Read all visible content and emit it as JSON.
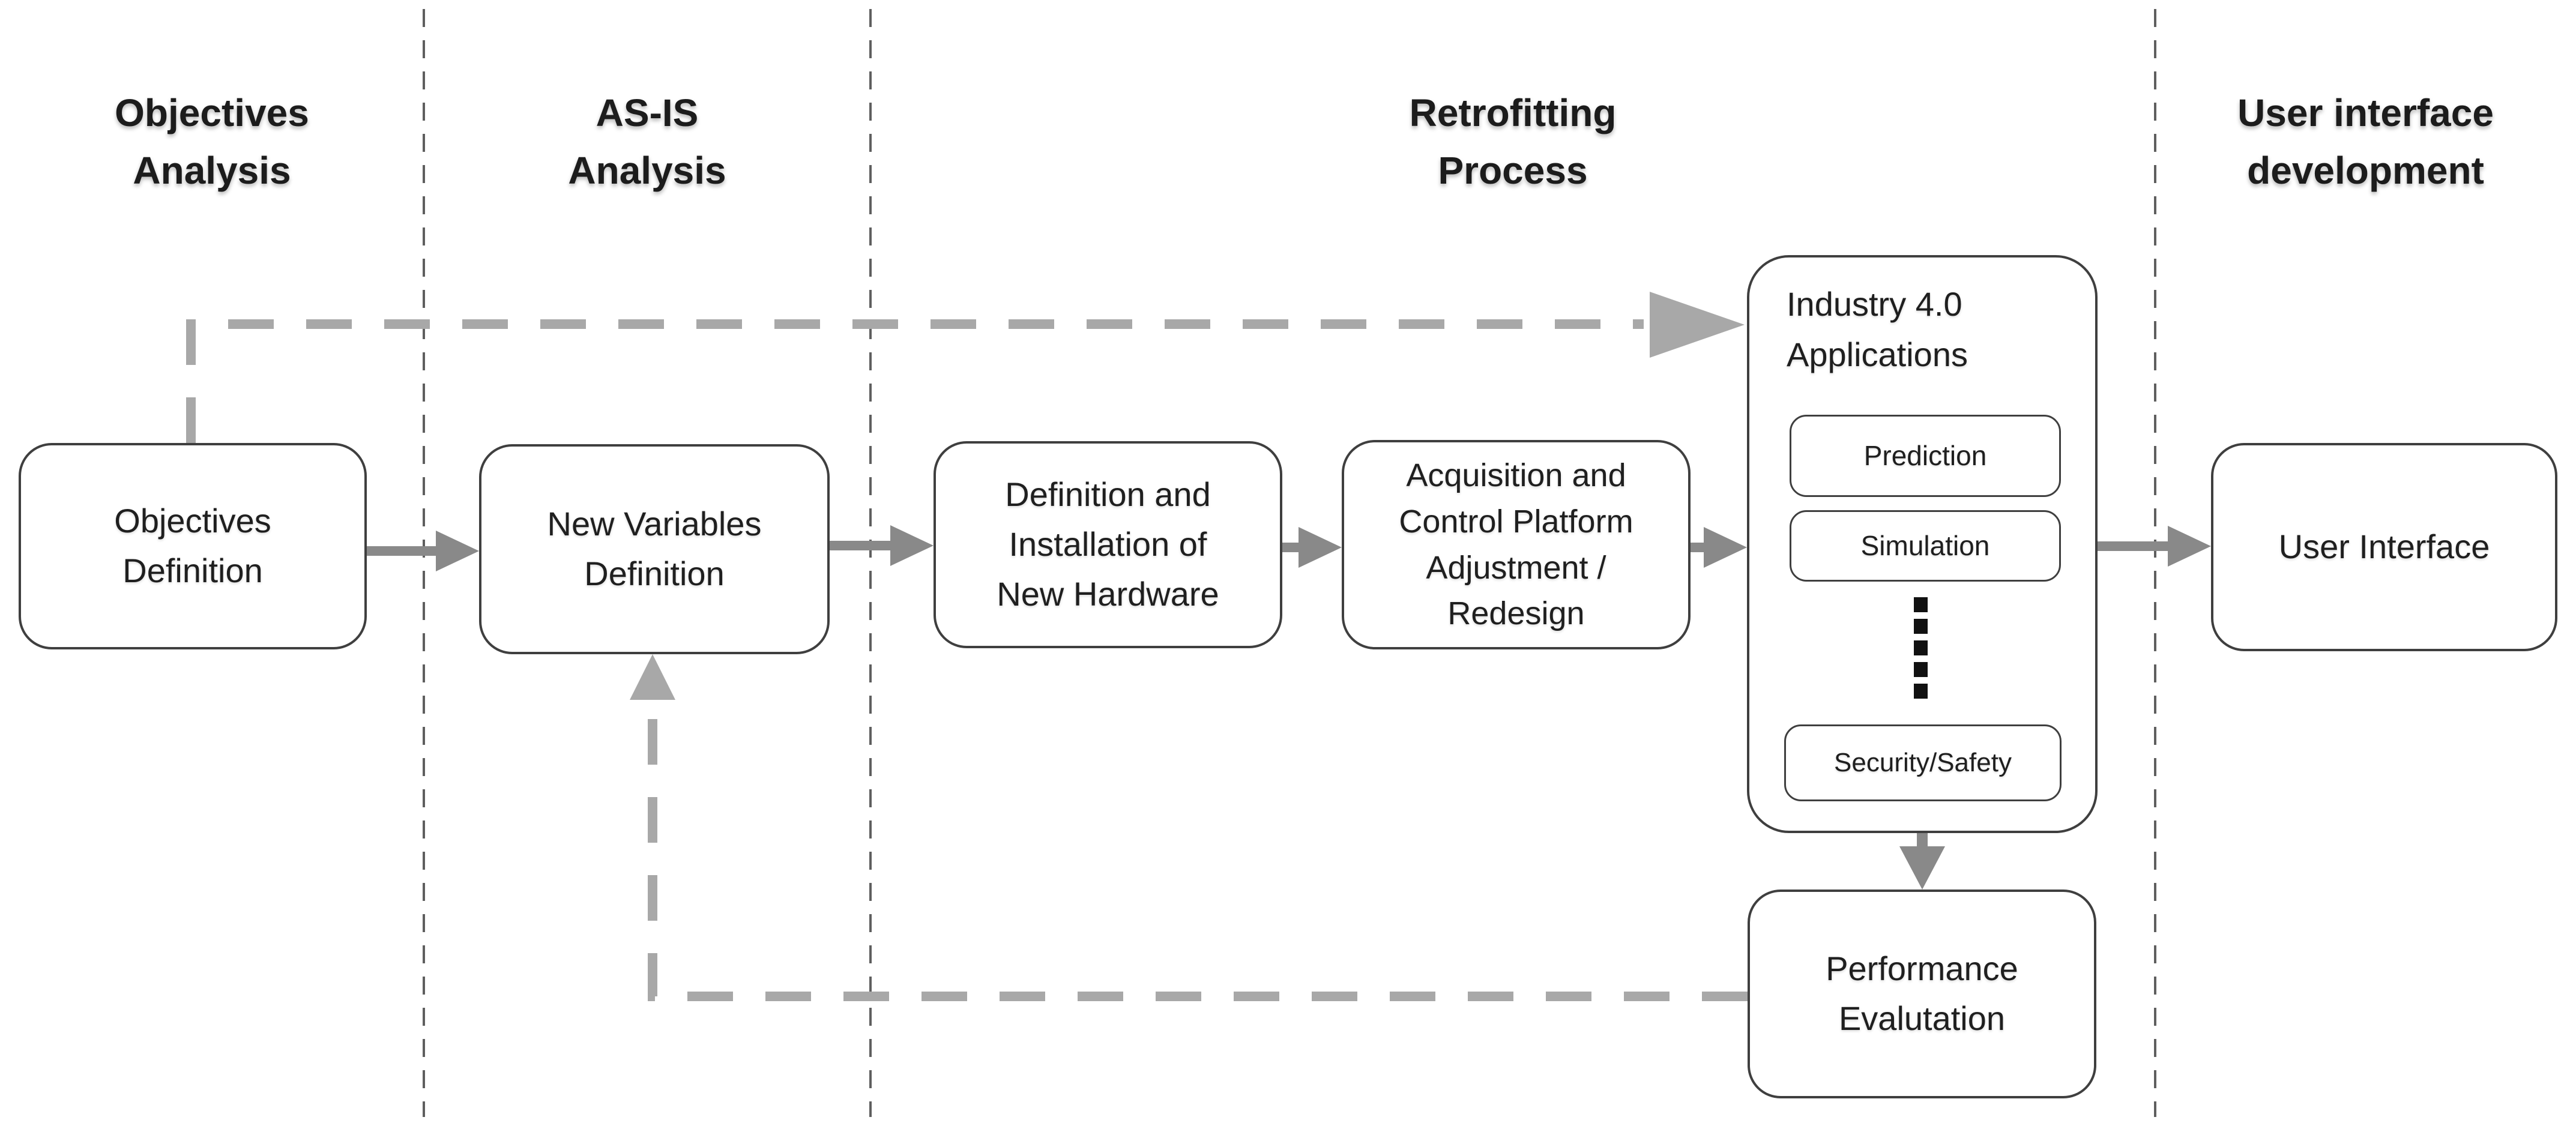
{
  "headers": {
    "objectives_analysis": "Objectives\nAnalysis",
    "as_is_analysis": "AS-IS\nAnalysis",
    "retrofitting_process": "Retrofitting\nProcess",
    "ui_development": "User interface\ndevelopment"
  },
  "boxes": {
    "objectives_definition": "Objectives\nDefinition",
    "new_variables_definition": "New Variables\nDefinition",
    "new_hardware": "Definition and\nInstallation of\nNew Hardware",
    "acquisition_platform": "Acquisition and\nControl Platform\nAdjustment /\nRedesign",
    "industry_title": "Industry 4.0\nApplications",
    "prediction": "Prediction",
    "simulation": "Simulation",
    "security_safety": "Security/Safety",
    "user_interface": "User Interface",
    "performance_evaluation": "Performance\nEvalutation"
  },
  "colors": {
    "background": "#ffffff",
    "box_border": "#3f3f3f",
    "text": "#1f1f1f",
    "arrow_solid": "#898989",
    "arrow_dashed": "#a8a8a8",
    "separator": "#5f5f5f",
    "dots": "#111111"
  }
}
